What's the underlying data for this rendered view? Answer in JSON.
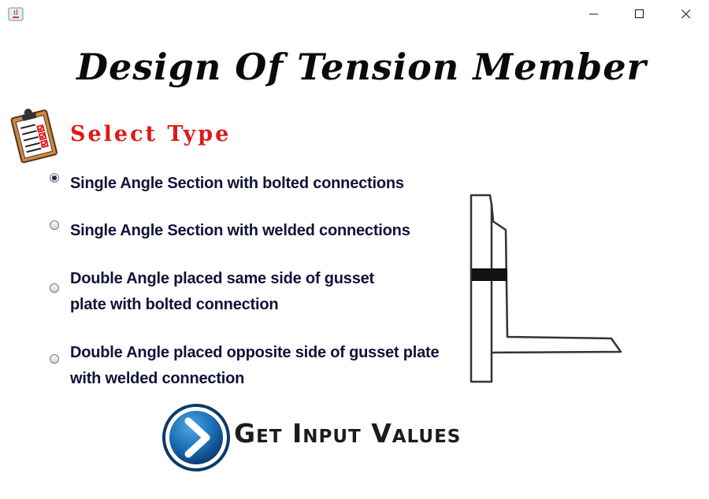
{
  "window": {
    "controls": {
      "minimize_icon": "minimize-icon",
      "maximize_icon": "maximize-icon",
      "close_icon": "close-icon"
    }
  },
  "title": "Design Of Tension Member",
  "select_type_label": "Select Type",
  "options": [
    {
      "lines": [
        "Single Angle Section with bolted connections"
      ],
      "selected": true
    },
    {
      "lines": [
        "Single Angle Section with welded connections"
      ],
      "selected": false
    },
    {
      "lines": [
        "Double Angle placed same side of gusset",
        "plate with bolted connection"
      ],
      "selected": false
    },
    {
      "lines": [
        "Double Angle placed opposite side of gusset plate",
        "with welded connection"
      ],
      "selected": false
    }
  ],
  "action": {
    "label": "Get Input Values",
    "icon": "chevron-right-icon"
  },
  "colors": {
    "title": "#0a0a0a",
    "select_type": "#e01818",
    "option_text": "#12123a",
    "action_button": "#1a6fb5"
  }
}
